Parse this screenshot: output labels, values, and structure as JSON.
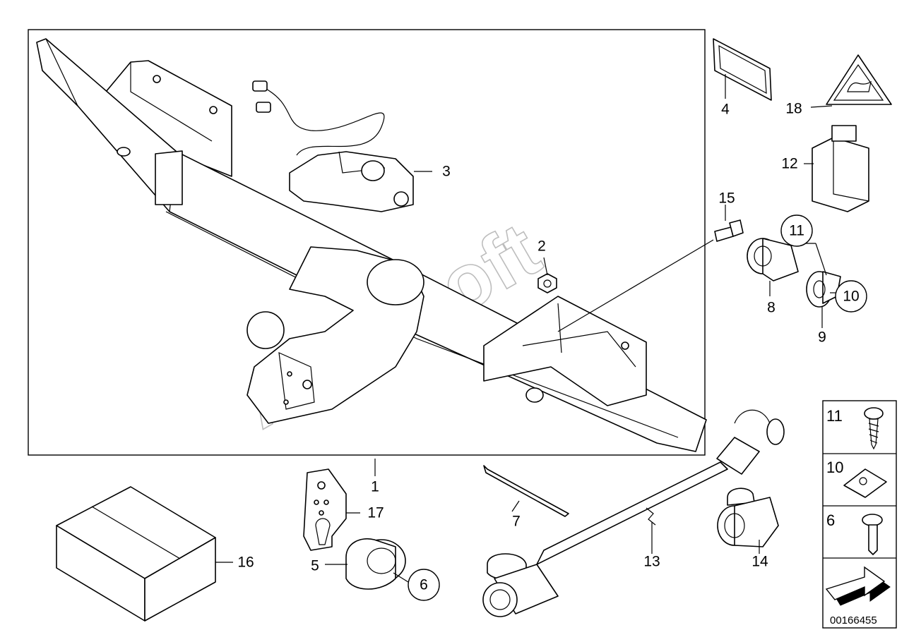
{
  "diagram": {
    "watermark": "AutoSoft",
    "drawing_code": "00166455",
    "callouts": {
      "c1": "1",
      "c2": "2",
      "c3": "3",
      "c4": "4",
      "c5": "5",
      "c6": "6",
      "c7": "7",
      "c8": "8",
      "c9": "9",
      "c10": "10",
      "c11": "11",
      "c12": "12",
      "c13": "13",
      "c14": "14",
      "c15": "15",
      "c16": "16",
      "c17": "17",
      "c18": "18"
    },
    "side_panel": [
      "11",
      "10",
      "6"
    ]
  }
}
